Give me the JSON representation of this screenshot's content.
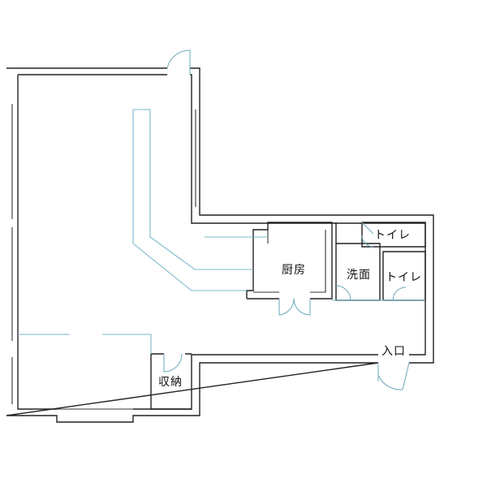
{
  "rooms": {
    "kitchen": "厨房",
    "washroom": "洗面",
    "toilet_upper": "トイレ",
    "toilet_lower": "トイレ",
    "storage": "収納",
    "entrance": "入口"
  },
  "colors": {
    "wall": "#222222",
    "fixture_line": "#79b8c9",
    "background": "#ffffff"
  }
}
